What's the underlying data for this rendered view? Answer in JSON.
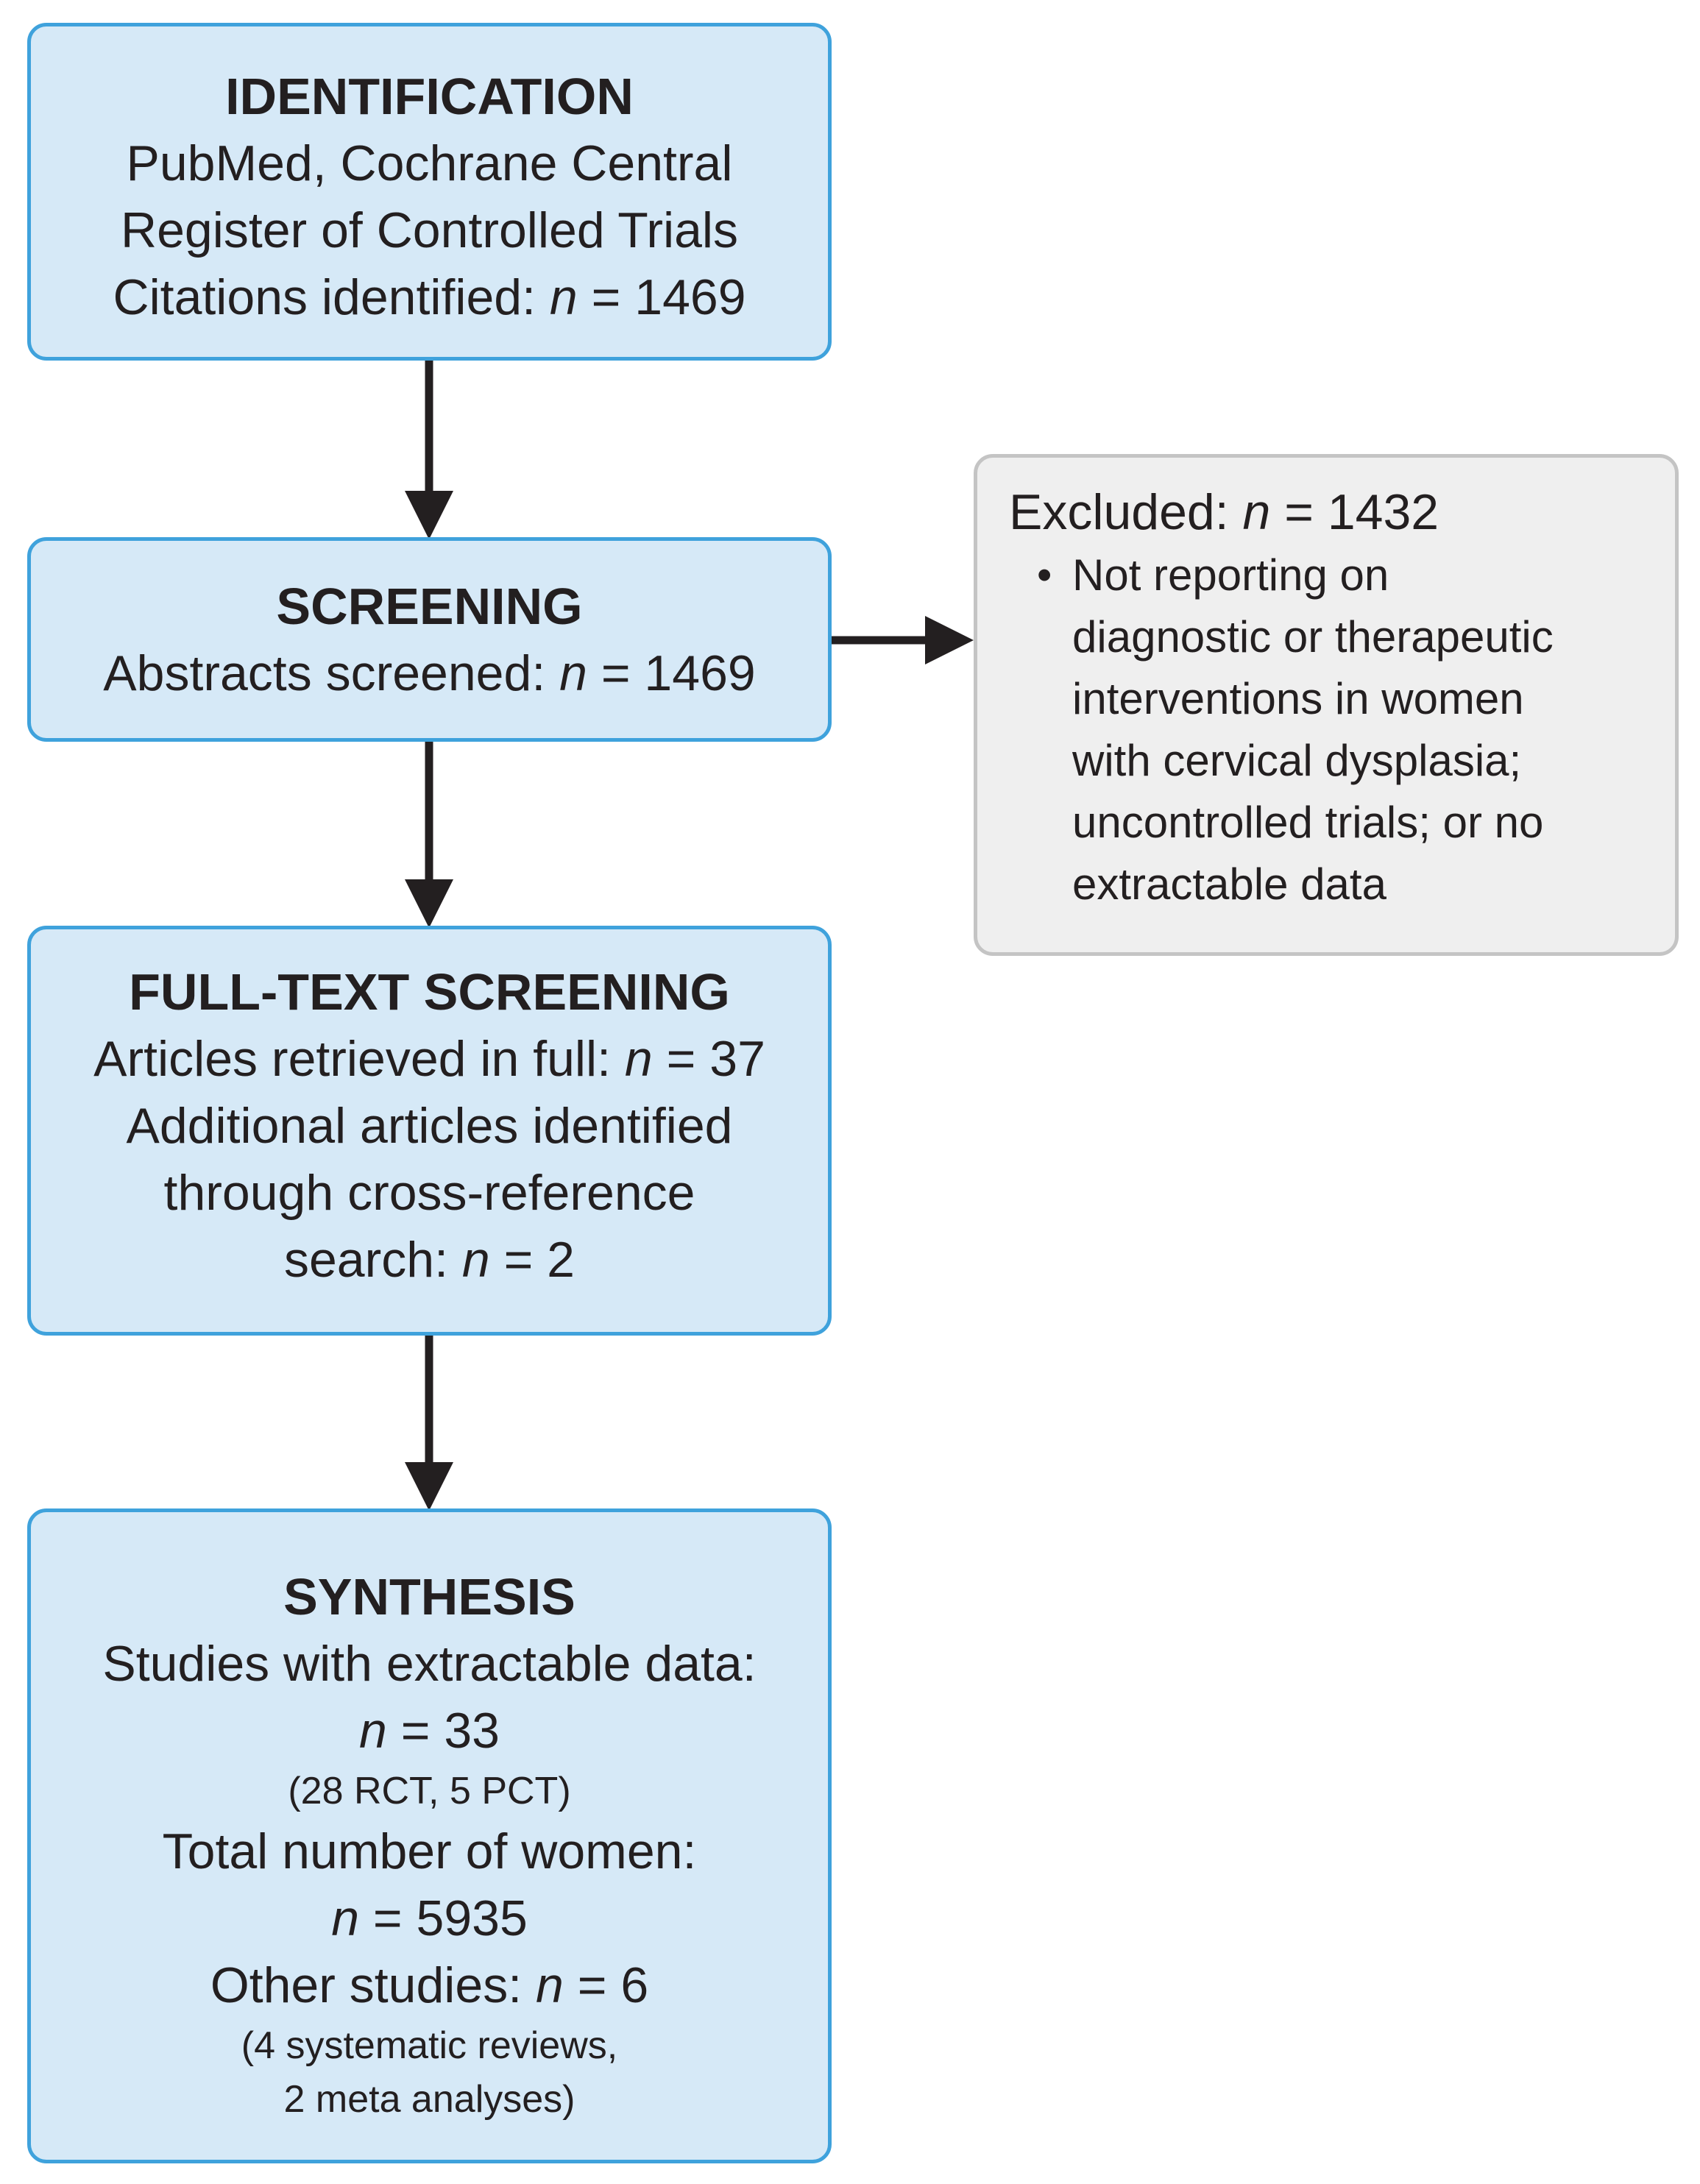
{
  "identification": {
    "heading": "IDENTIFICATION",
    "lines": [
      "PubMed, Cochrane Central",
      "Register of Controlled Trials"
    ],
    "citations_label": "Citations identified: ",
    "citations_n": "n",
    "citations_value": " = 1469"
  },
  "screening": {
    "heading": "SCREENING",
    "abstracts_label": "Abstracts screened: ",
    "abstracts_n": "n",
    "abstracts_value": " = 1469"
  },
  "excluded": {
    "label": "Excluded: ",
    "n": "n",
    "value": " = 1432",
    "bullet": "•",
    "reason_lines": [
      "Not reporting on",
      "diagnostic or therapeutic",
      "interventions in women",
      "with cervical dysplasia;",
      "uncontrolled trials; or no",
      "extractable data"
    ]
  },
  "fulltext": {
    "heading": "FULL-TEXT SCREENING",
    "retrieved_label": "Articles retrieved in full: ",
    "retrieved_n": "n",
    "retrieved_value": " = 37",
    "additional_lines": [
      "Additional articles identified",
      "through cross-reference"
    ],
    "search_label": "search: ",
    "search_n": "n",
    "search_value": " = 2"
  },
  "synthesis": {
    "heading": "SYNTHESIS",
    "studies_label": "Studies with extractable data:",
    "studies_n": "n",
    "studies_value": " = 33",
    "studies_breakdown": "(28 RCT, 5 PCT)",
    "women_label": "Total number of women:",
    "women_n": "n",
    "women_value": " = 5935",
    "other_label": "Other studies: ",
    "other_n": "n",
    "other_value": " = 6",
    "other_breakdown_lines": [
      "(4 systematic reviews,",
      "2 meta analyses)"
    ]
  },
  "colors": {
    "box_fill": "#d6e9f7",
    "box_border": "#3fa2dc",
    "excluded_fill": "#efefef",
    "excluded_border": "#c4c4c4",
    "arrow": "#231f20"
  }
}
